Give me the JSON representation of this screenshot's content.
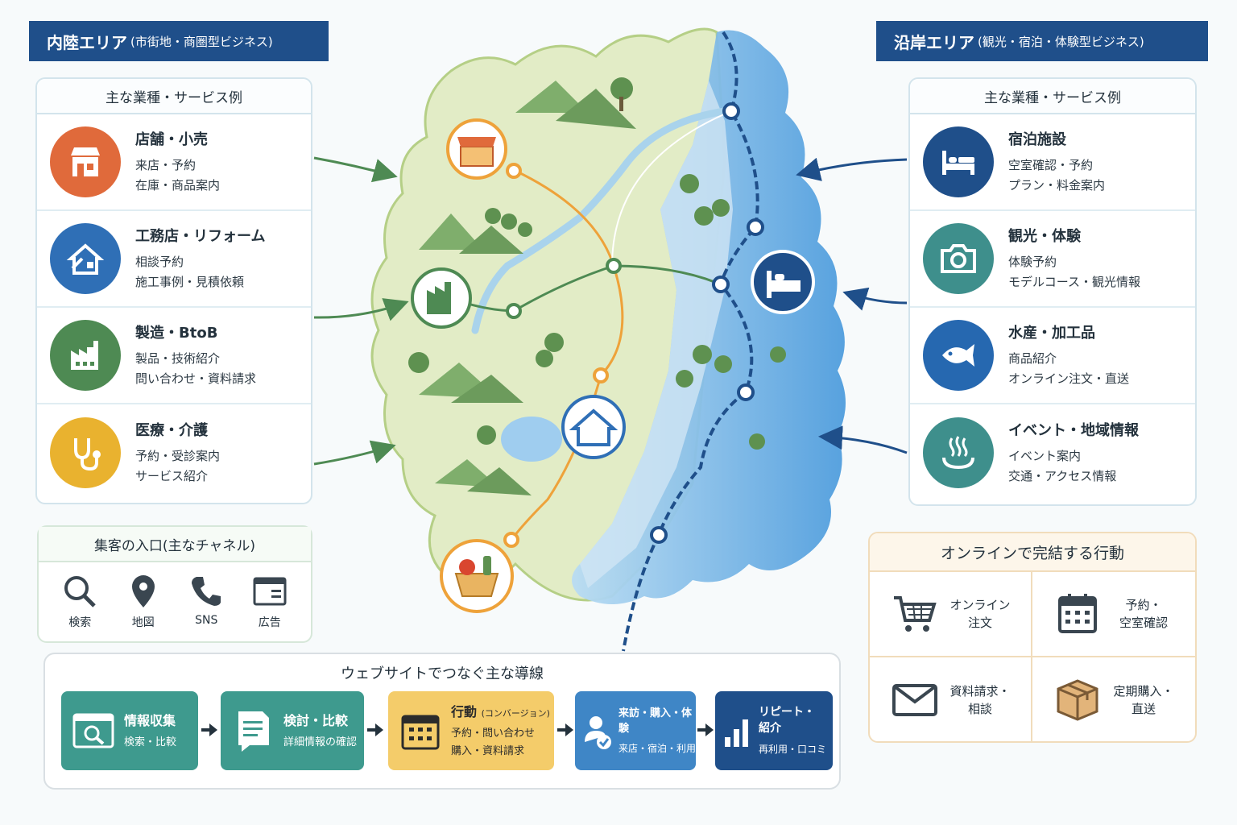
{
  "inland": {
    "title": "内陸エリア",
    "subtitle": "(市街地・商圏型ビジネス)",
    "card_head": "主な業種・サービス例",
    "items": [
      {
        "title": "店舗・小売",
        "line1": "来店・予約",
        "line2": "在庫・商品案内",
        "icon": "shop-icon",
        "color": "#e06a3b"
      },
      {
        "title": "工務店・リフォーム",
        "line1": "相談予約",
        "line2": "施工事例・見積依頼",
        "icon": "house-tool-icon",
        "color": "#2f6fb6"
      },
      {
        "title": "製造・BtoB",
        "line1": "製品・技術紹介",
        "line2": "問い合わせ・資料請求",
        "icon": "factory-icon",
        "color": "#4e8a53"
      },
      {
        "title": "医療・介護",
        "line1": "予約・受診案内",
        "line2": "サービス紹介",
        "icon": "stethoscope-icon",
        "color": "#e9b22f"
      }
    ]
  },
  "coastal": {
    "title": "沿岸エリア",
    "subtitle": "(観光・宿泊・体験型ビジネス)",
    "card_head": "主な業種・サービス例",
    "items": [
      {
        "title": "宿泊施設",
        "line1": "空室確認・予約",
        "line2": "プラン・料金案内",
        "icon": "bed-icon",
        "color": "#1f4f8a"
      },
      {
        "title": "観光・体験",
        "line1": "体験予約",
        "line2": "モデルコース・観光情報",
        "icon": "camera-icon",
        "color": "#3e8f8c"
      },
      {
        "title": "水産・加工品",
        "line1": "商品紹介",
        "line2": "オンライン注文・直送",
        "icon": "fish-icon",
        "color": "#2668b0"
      },
      {
        "title": "イベント・地域情報",
        "line1": "イベント案内",
        "line2": "交通・アクセス情報",
        "icon": "hot-spring-icon",
        "color": "#3e8f8c"
      }
    ]
  },
  "channels": {
    "title": "集客の入口(主なチャネル)",
    "items": [
      {
        "label": "検索",
        "icon": "search-icon"
      },
      {
        "label": "地図",
        "icon": "map-pin-icon"
      },
      {
        "label": "SNS",
        "icon": "phone-icon"
      },
      {
        "label": "広告",
        "icon": "ad-window-icon"
      }
    ]
  },
  "flow": {
    "title": "ウェブサイトでつなぐ主な導線",
    "steps": [
      {
        "title": "情報収集",
        "title_note": "",
        "line1": "検索・比較",
        "line2": "",
        "color": "#3e9a8e"
      },
      {
        "title": "検討・比較",
        "title_note": "",
        "line1": "詳細情報の確認",
        "line2": "",
        "color": "#3e9a8e"
      },
      {
        "title": "行動",
        "title_note": "(コンバージョン)",
        "line1": "予約・問い合わせ",
        "line2": "購入・資料請求",
        "color": "#f4cc6a"
      },
      {
        "title": "来訪・購入・体験",
        "title_note": "",
        "line1": "来店・宿泊・利用",
        "line2": "",
        "color": "#3f86c6"
      },
      {
        "title": "リピート・",
        "title_note": "紹介",
        "line1": "再利用・口コミ",
        "line2": "",
        "color": "#1f4f8a"
      }
    ]
  },
  "online": {
    "title": "オンラインで完結する行動",
    "items": [
      {
        "label": "オンライン\n注文",
        "icon": "cart-icon"
      },
      {
        "label": "予約・\n空室確認",
        "icon": "calendar-icon"
      },
      {
        "label": "資料請求・\n相談",
        "icon": "mail-icon"
      },
      {
        "label": "定期購入・\n直送",
        "icon": "box-icon"
      }
    ]
  },
  "colors": {
    "navy": "#1f4f8a",
    "green": "#4e8a53",
    "orange_route": "#eea23a",
    "land": "#e3edc9",
    "sea": "#7fb8e6"
  }
}
